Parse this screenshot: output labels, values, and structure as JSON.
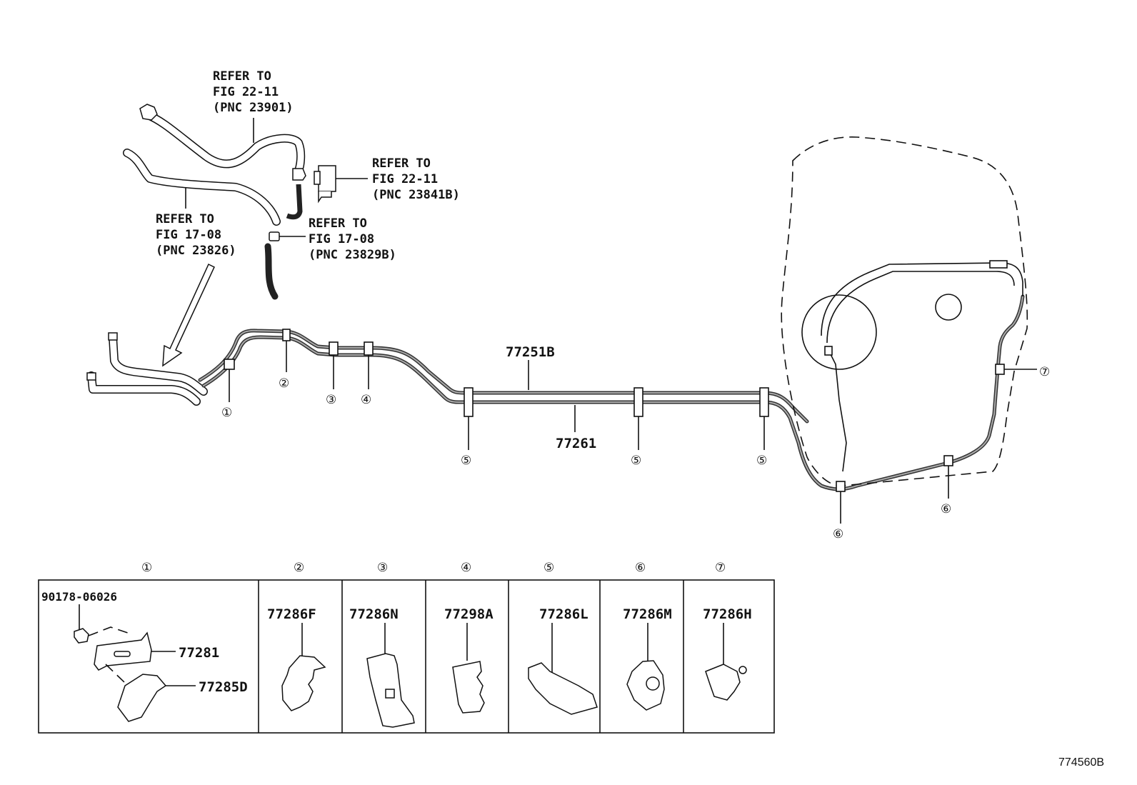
{
  "diagram": {
    "figure_code": "774560B",
    "references": [
      {
        "line1": "REFER TO",
        "line2": "FIG 22-11",
        "line3": "(PNC 23901)"
      },
      {
        "line1": "REFER TO",
        "line2": "FIG 22-11",
        "line3": "(PNC 23841B)"
      },
      {
        "line1": "REFER TO",
        "line2": "FIG 17-08",
        "line3": "(PNC 23826)"
      },
      {
        "line1": "REFER TO",
        "line2": "FIG 17-08",
        "line3": "(PNC 23829B)"
      }
    ],
    "main_parts": {
      "upper_tube": "77251B",
      "lower_tube": "77261"
    },
    "callouts": [
      "①",
      "②",
      "③",
      "④",
      "⑤",
      "⑤",
      "⑤",
      "⑥",
      "⑥",
      "⑦"
    ],
    "detail_panels": [
      {
        "marker": "①",
        "parts": [
          "90178-06026",
          "77281",
          "77285D"
        ]
      },
      {
        "marker": "②",
        "parts": [
          "77286F"
        ]
      },
      {
        "marker": "③",
        "parts": [
          "77286N"
        ]
      },
      {
        "marker": "④",
        "parts": [
          "77298A"
        ]
      },
      {
        "marker": "⑤",
        "parts": [
          "77286L"
        ]
      },
      {
        "marker": "⑥",
        "parts": [
          "77286M"
        ]
      },
      {
        "marker": "⑦",
        "parts": [
          "77286H"
        ]
      }
    ]
  }
}
